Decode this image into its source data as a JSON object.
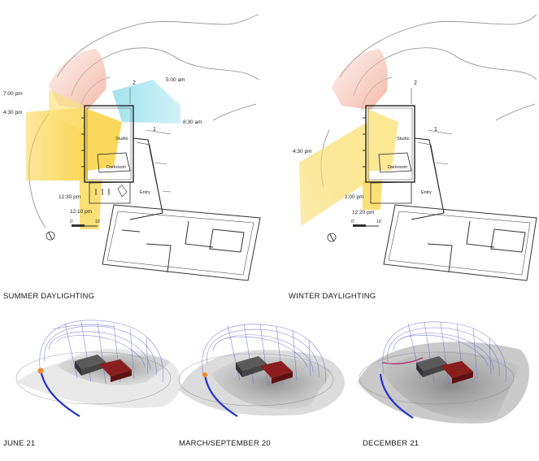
{
  "summer": {
    "caption": "SUMMER DAYLIGHTING",
    "times": {
      "t700pm": "7:00 pm",
      "t430pm": "4:30 pm",
      "t500am": "5:00 am",
      "t830am": "8:30 am",
      "t1230pm": "12:30 pm",
      "t1210pm": "12:10 pm"
    },
    "rooms": {
      "studio": "Studio",
      "darkroom": "Darkroom",
      "entry": "Entry"
    },
    "markers": {
      "one": "1",
      "two": "2"
    },
    "scale": {
      "zero": "0'",
      "ten": "10'"
    }
  },
  "winter": {
    "caption": "WINTER DAYLIGHTING",
    "times": {
      "t430pm": "4:30 pm",
      "t100pm": "1:00 pm",
      "t1220pm": "12:20 pm"
    },
    "rooms": {
      "studio": "Studio",
      "darkroom": "Darkroom",
      "entry": "Entry"
    },
    "markers": {
      "one": "1",
      "two": "2"
    },
    "scale": {
      "zero": "0'",
      "ten": "10'"
    }
  },
  "sunpath": {
    "june": "JUNE 21",
    "equinox": "MARCH/SEPTEMBER 20",
    "december": "DECEMBER 21"
  },
  "colors": {
    "sunYellow": "#f9d44a",
    "morningCyan": "#9fe3ee",
    "eveningPink": "#f3b7a6",
    "pathBlue": "#2233cc",
    "roofRed": "#8a1d1d"
  }
}
